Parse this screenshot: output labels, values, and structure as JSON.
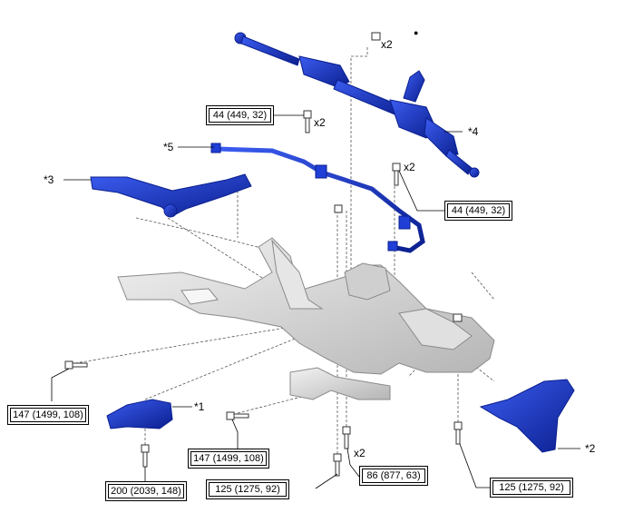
{
  "callouts": {
    "c1": "*1",
    "c2": "*2",
    "c3": "*3",
    "c4": "*4",
    "c5": "*5"
  },
  "quantities": {
    "q_top_nut": "x2",
    "q_arm_bolt": "x2",
    "q_stab_bolt": "x2",
    "q_bottom_bolt": "x2"
  },
  "torque_specs": {
    "t_arm_bolt": "44 (449, 32)",
    "t_stab_bolt": "44 (449, 32)",
    "t_left_front": "147 (1499, 108)",
    "t_center_front": "147 (1499, 108)",
    "t_mount": "200 (2039, 148)",
    "t_bottom_center": "125 (1275, 92)",
    "t_bottom_mid": "86 (877, 63)",
    "t_bottom_right": "125 (1275, 92)"
  },
  "symbols": {
    "non_reusable": "●"
  },
  "colors": {
    "part_blue": "#1f3fd6",
    "part_blue_dark": "#0b1f8f",
    "frame_gray": "#d9d9d9",
    "frame_edge": "#9a9a9a",
    "line": "#000000"
  }
}
